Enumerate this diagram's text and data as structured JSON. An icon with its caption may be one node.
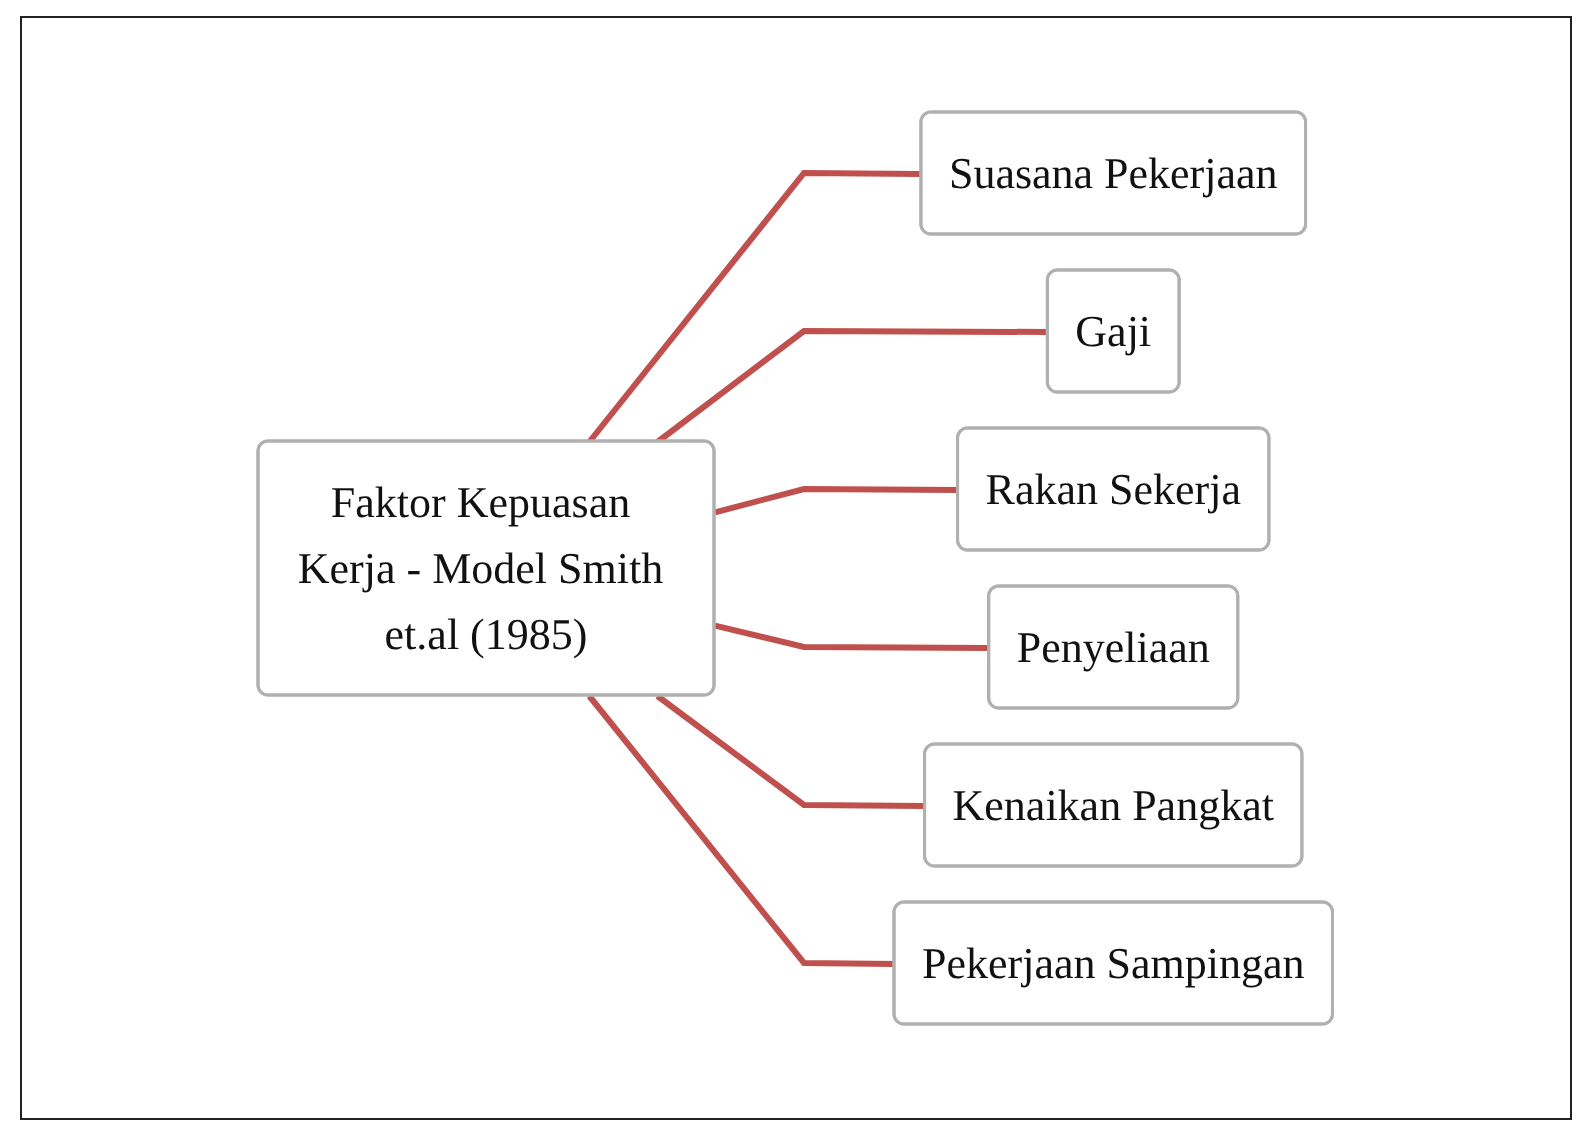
{
  "diagram": {
    "nodes": [
      {
        "text": [
          "Faktor Kepuasan Kerja - Model Smith et.al (1985)"
        ]
      },
      {
        "text": [
          "Suasana Pekerjaan"
        ]
      },
      {
        "text": [
          "Gaji"
        ]
      },
      {
        "text": [
          "Rakan Sekerja"
        ]
      },
      {
        "text": [
          "Penyeliaan"
        ]
      },
      {
        "text": [
          "Kenaikan Pangkat"
        ]
      },
      {
        "text": [
          "Pekerjaan Sampingan"
        ]
      }
    ],
    "edges": [
      {
        "from": 0,
        "to": 1,
        "arrow": "none"
      },
      {
        "from": 0,
        "to": 2,
        "arrow": "none"
      },
      {
        "from": 0,
        "to": 3,
        "arrow": "none"
      },
      {
        "from": 0,
        "to": 4,
        "arrow": "none"
      },
      {
        "from": 0,
        "to": 5,
        "arrow": "none"
      },
      {
        "from": 0,
        "to": 6,
        "arrow": "none"
      }
    ]
  }
}
